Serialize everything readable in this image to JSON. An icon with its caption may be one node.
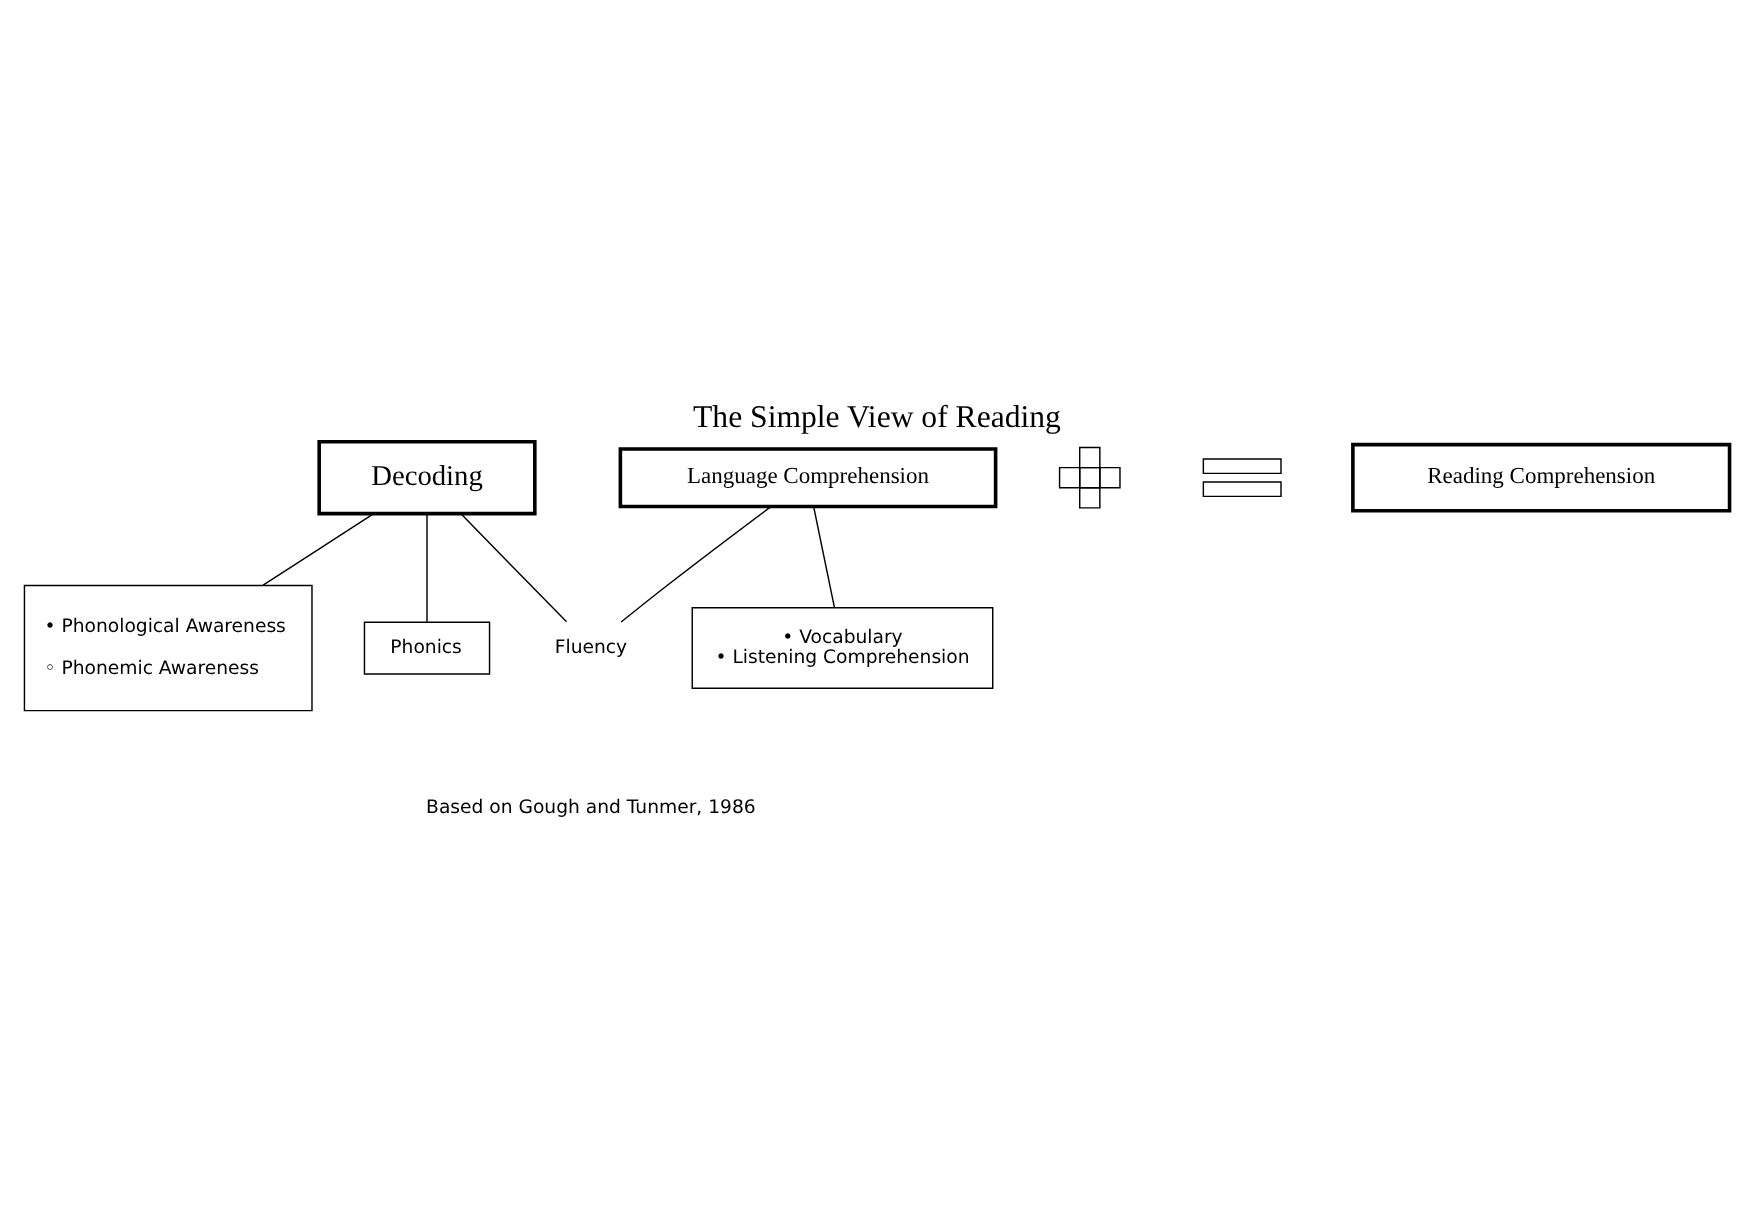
{
  "diagram": {
    "title": "The Simple View of Reading",
    "caption": "Based on Gough and Tunmer, 1986",
    "nodes": [
      {
        "text": [
          "Decoding"
        ]
      },
      {
        "text": [],
        "shape": "cross"
      },
      {
        "text": [
          "Language Comprehension"
        ]
      },
      {
        "text": [],
        "shape": "equals"
      },
      {
        "text": [
          "Reading Comprehension"
        ]
      },
      {
        "text": [
          "• Phonological Awareness",
          "◦ Phonemic Awareness"
        ]
      },
      {
        "text": [
          "Fluency"
        ]
      },
      {
        "text": [
          "• Vocabulary",
          "• Listening Comprehension"
        ]
      },
      {
        "text": [
          "Phonics"
        ]
      }
    ],
    "edges": [
      {
        "from": 0,
        "to": 5,
        "arrow": "none"
      },
      {
        "from": 0,
        "to": 8,
        "arrow": "none"
      },
      {
        "from": 0,
        "to": 6,
        "arrow": "none"
      },
      {
        "from": 6,
        "to": 2,
        "arrow": "none"
      },
      {
        "from": 2,
        "to": 7,
        "arrow": "none"
      }
    ]
  }
}
